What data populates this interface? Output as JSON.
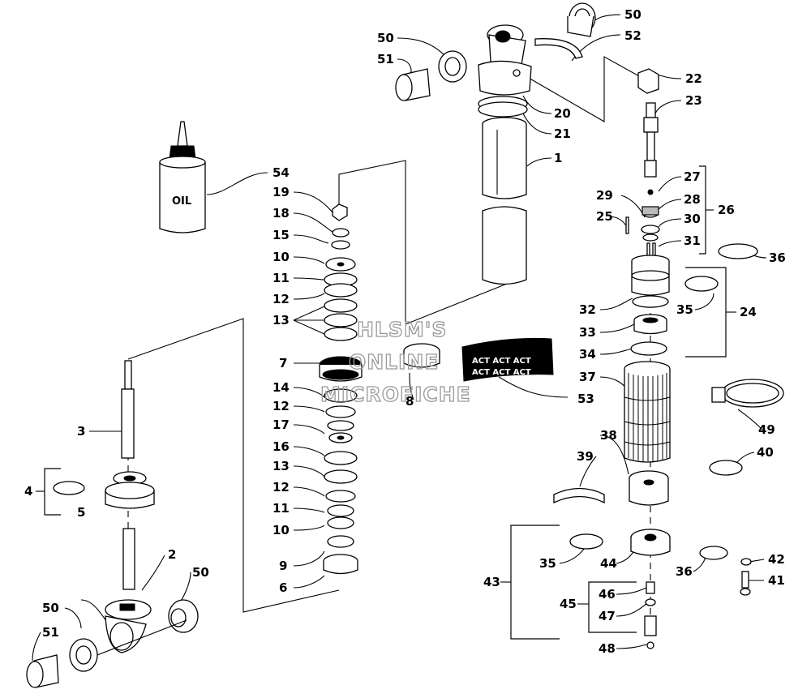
{
  "oil_label": "OIL",
  "watermark": [
    "HLSM'S",
    "ONLINE",
    "MICROFICHE"
  ],
  "callouts": [
    "50",
    "52",
    "50",
    "51",
    "22",
    "20",
    "23",
    "21",
    "1",
    "54",
    "27",
    "19",
    "28",
    "26",
    "29",
    "25",
    "30",
    "18",
    "15",
    "36",
    "31",
    "10",
    "11",
    "12",
    "13",
    "24",
    "32",
    "35",
    "33",
    "7",
    "8",
    "34",
    "14",
    "53",
    "37",
    "12",
    "3",
    "17",
    "49",
    "16",
    "38",
    "40",
    "13",
    "39",
    "4",
    "5",
    "12",
    "11",
    "10",
    "2",
    "42",
    "9",
    "50",
    "35",
    "44",
    "36",
    "6",
    "43",
    "41",
    "46",
    "50",
    "45",
    "47",
    "51",
    "48"
  ]
}
